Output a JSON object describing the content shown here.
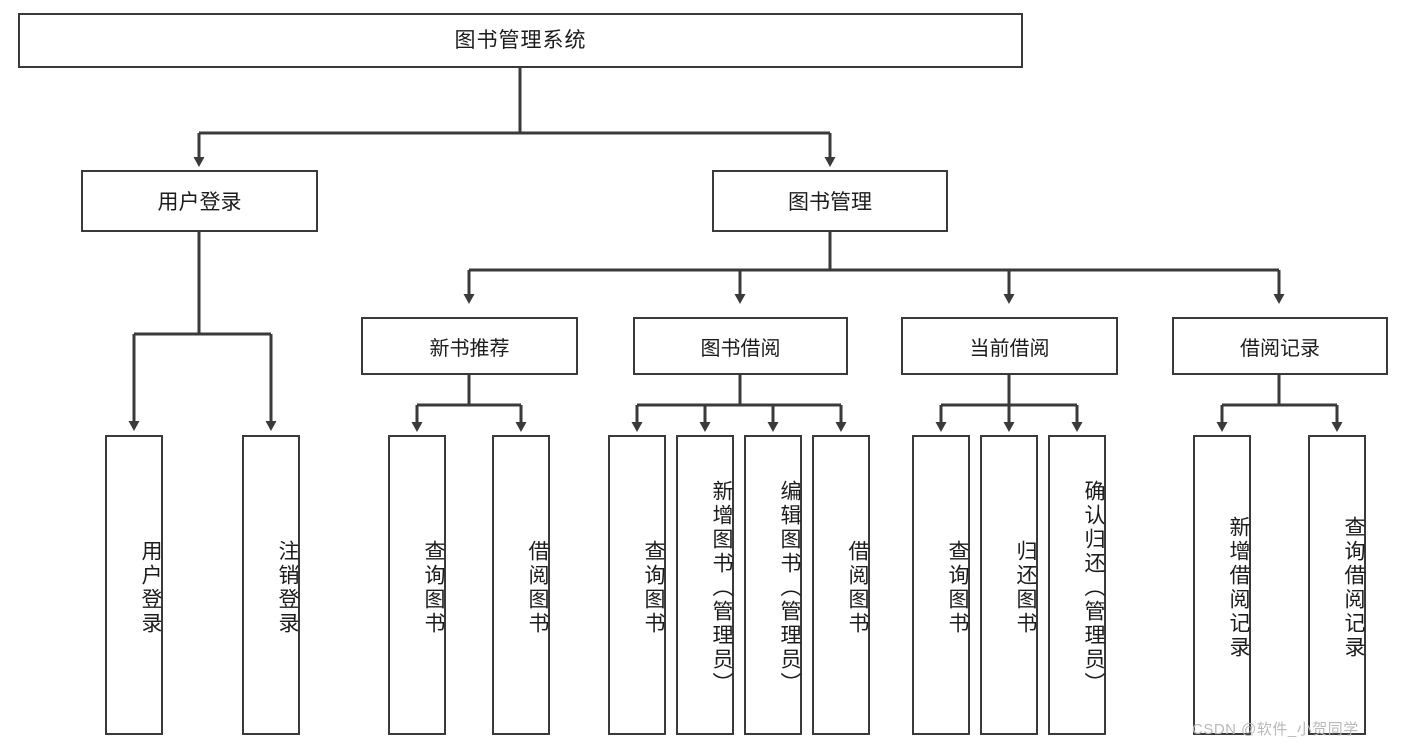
{
  "diagram": {
    "type": "tree",
    "title": "图书管理系统",
    "root": {
      "label": "图书管理系统"
    },
    "level2": [
      {
        "label": "用户登录"
      },
      {
        "label": "图书管理"
      }
    ],
    "level3": [
      {
        "label": "新书推荐"
      },
      {
        "label": "图书借阅"
      },
      {
        "label": "当前借阅"
      },
      {
        "label": "借阅记录"
      }
    ],
    "leaves": {
      "user_login": [
        {
          "label": "用户登录"
        },
        {
          "label": "注销登录"
        }
      ],
      "new_book_recommend": [
        {
          "label": "查询图书"
        },
        {
          "label": "借阅图书"
        }
      ],
      "book_borrow": [
        {
          "label": "查询图书"
        },
        {
          "label": "新增图书（管理员）"
        },
        {
          "label": "编辑图书（管理员）"
        },
        {
          "label": "借阅图书"
        }
      ],
      "current_borrow": [
        {
          "label": "查询图书"
        },
        {
          "label": "归还图书"
        },
        {
          "label": "确认归还（管理员）"
        }
      ],
      "borrow_record": [
        {
          "label": "新增借阅记录"
        },
        {
          "label": "查询借阅记录"
        }
      ]
    }
  },
  "watermark": {
    "text": "CSDN @软件_小贺同学"
  },
  "colors": {
    "stroke": "#3a3a3a",
    "fill": "#ffffff",
    "text": "#1c1c1c",
    "watermark": "#b9b9b9"
  }
}
